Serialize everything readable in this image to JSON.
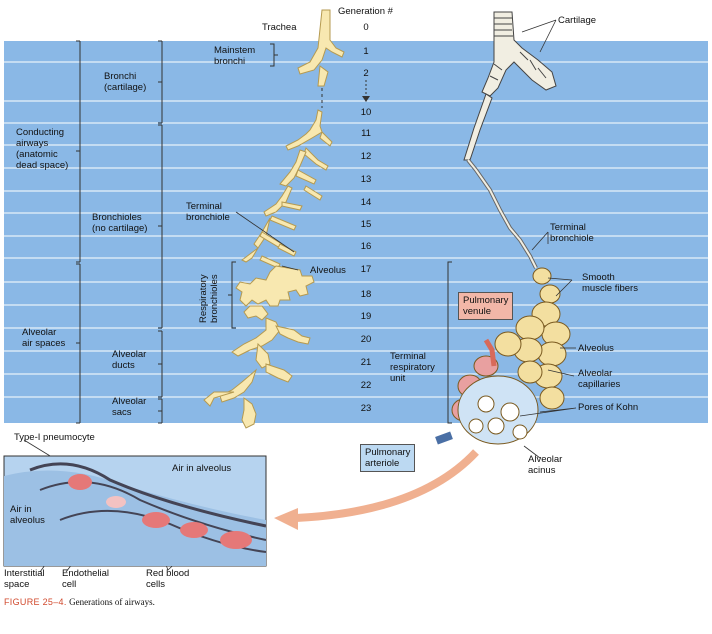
{
  "header": {
    "generation_label": "Generation #",
    "trachea_label": "Trachea"
  },
  "generations": [
    "0",
    "1",
    "2",
    "10",
    "11",
    "12",
    "13",
    "14",
    "15",
    "16",
    "17",
    "18",
    "19",
    "20",
    "21",
    "22",
    "23"
  ],
  "zones": {
    "conducting": "Conducting\nairways\n(anatomic\ndead space)",
    "alveolar_spaces": "Alveolar\nair spaces"
  },
  "regions": {
    "bronchi": "Bronchi\n(cartilage)",
    "bronchioles": "Bronchioles\n(no cartilage)",
    "alveolar_ducts": "Alveolar\nducts",
    "alveolar_sacs": "Alveolar\nsacs"
  },
  "tree_labels": {
    "mainstem": "Mainstem\nbronchi",
    "terminal_bronchiole": "Terminal\nbronchiole",
    "respiratory_bronchioles": "Respiratory\nbronchioles",
    "alveolus": "Alveolus"
  },
  "right_labels": {
    "cartilage": "Cartilage",
    "terminal_bronchiole": "Terminal\nbronchiole",
    "smooth_muscle": "Smooth\nmuscle fibers",
    "pulmonary_venule": "Pulmonary\nvenule",
    "alveolus": "Alveolus",
    "alveolar_capillaries": "Alveolar\ncapillaries",
    "pores_of_kohn": "Pores of Kohn",
    "terminal_respiratory_unit": "Terminal\nrespiratory\nunit",
    "pulmonary_arteriole": "Pulmonary\narteriole",
    "alveolar_acinus": "Alveolar\nacinus"
  },
  "inset_labels": {
    "type1": "Type-I pneumocyte",
    "air_alveolus_top": "Air in alveolus",
    "air_alveolus_left": "Air in\nalveolus",
    "interstitial": "Interstitial\nspace",
    "endothelial": "Endothelial\ncell",
    "red_blood": "Red blood\ncells"
  },
  "caption": {
    "number": "FIGURE 25–4.",
    "text": "Generations of airways."
  },
  "colors": {
    "band": "#8ab8e6",
    "band_line": "#ffffff",
    "airway": "#f8e8b0",
    "airway_stroke": "#b59a50",
    "venule": "#f2b7a8",
    "arteriole": "#bcd9f2",
    "inset_bg": "#b6d3ef"
  }
}
